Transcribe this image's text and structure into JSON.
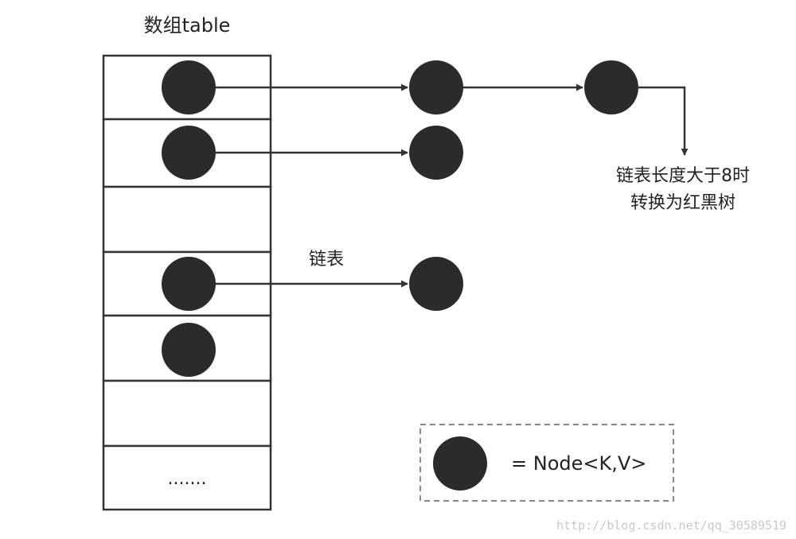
{
  "array_title": "数组table",
  "linked_list_label": "链表",
  "treeify_note_line1": "链表长度大于8时",
  "treeify_note_line2": "转换为红黑树",
  "ellipsis": ".......",
  "legend": {
    "text": "= Node<K,V>"
  },
  "watermark": "http://blog.csdn.net/qq_30589519",
  "colors": {
    "node": "#2b2b2b",
    "stroke": "#333333",
    "legend_border": "#8a8a8a"
  }
}
